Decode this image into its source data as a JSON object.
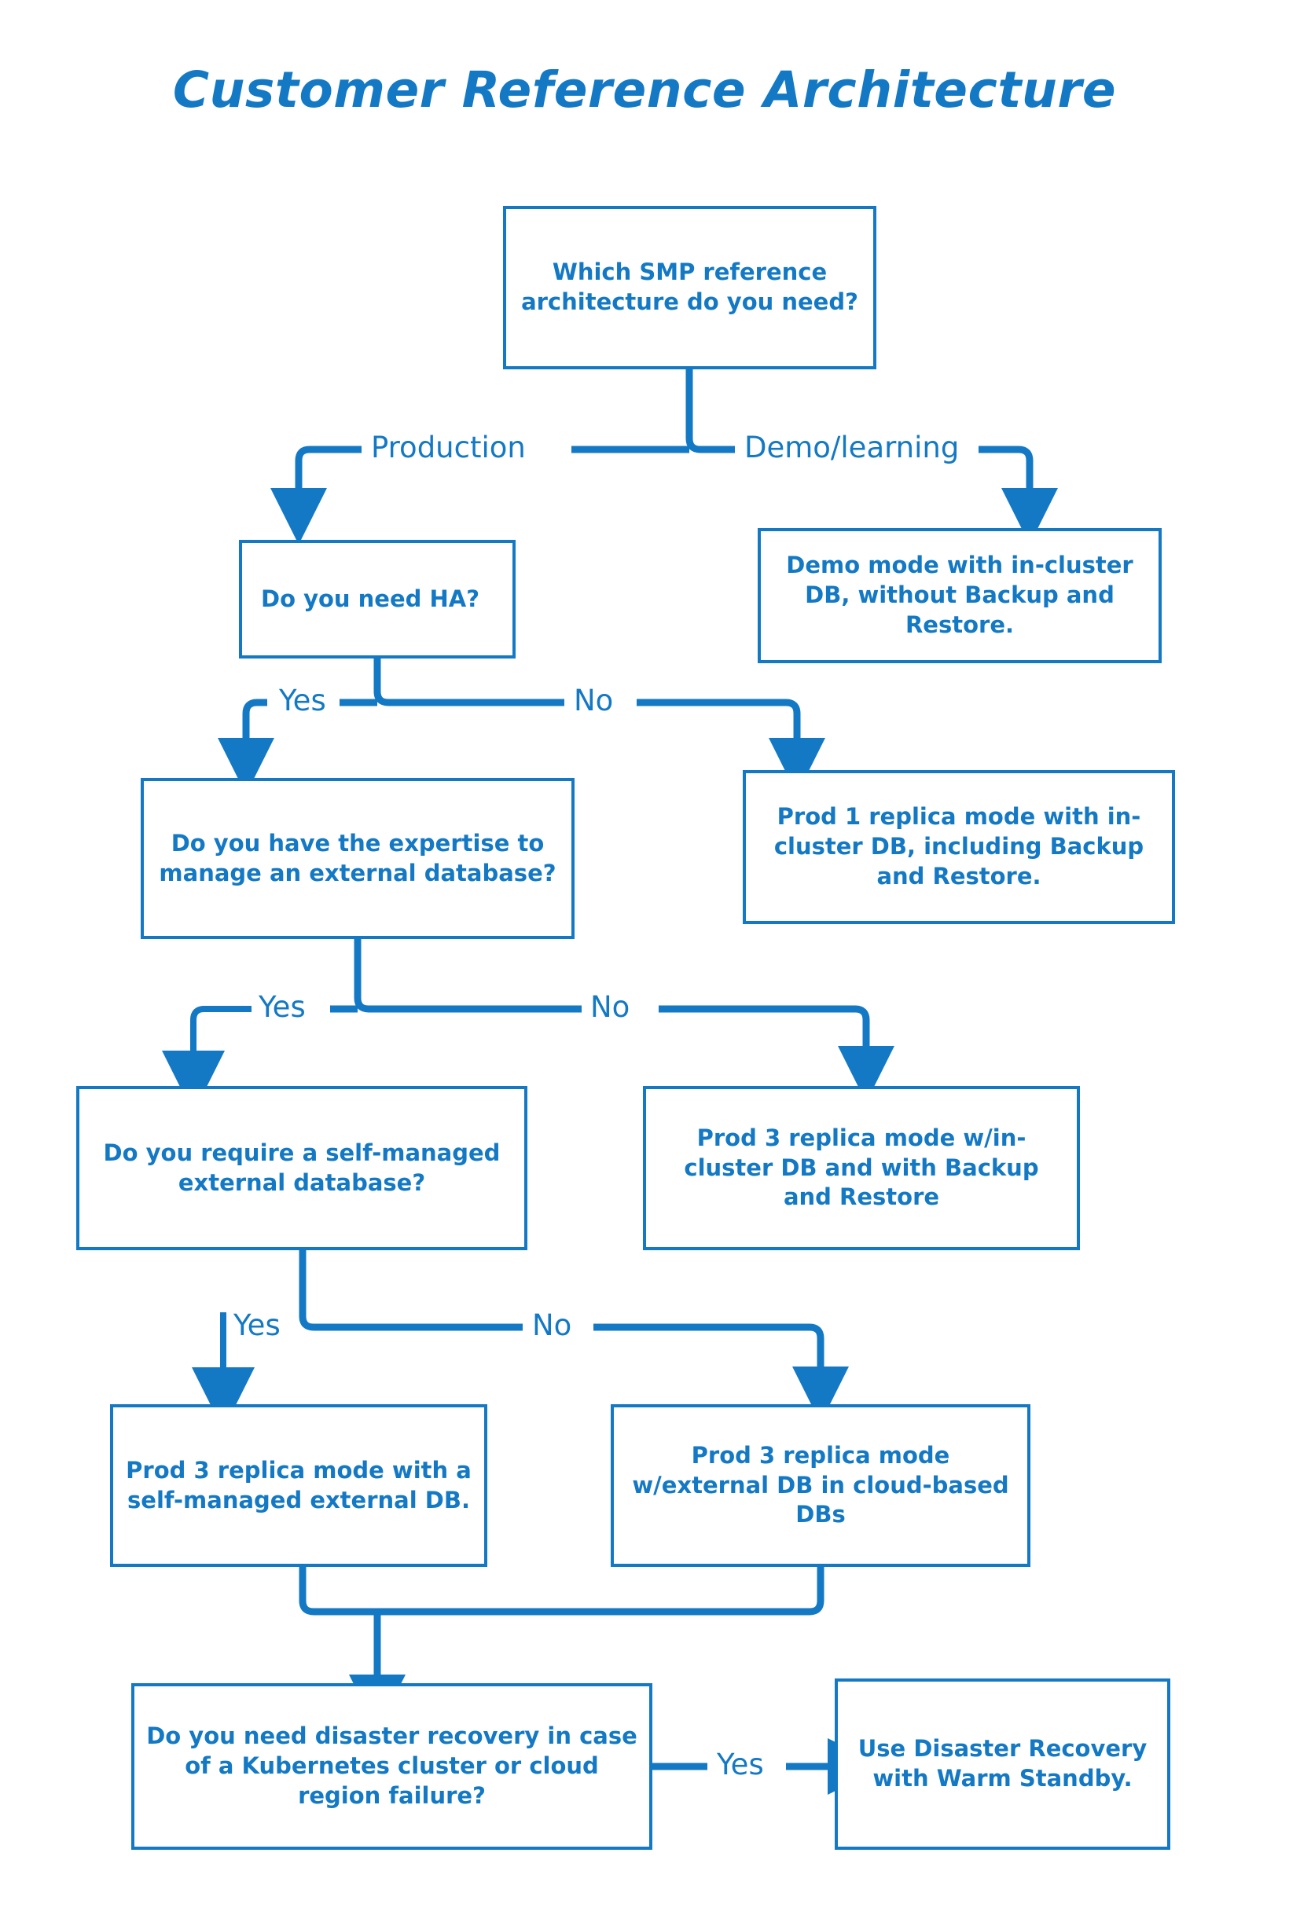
{
  "title": "Customer Reference Architecture",
  "theme": {
    "accent": "#1479C4",
    "background": "#ffffff"
  },
  "diagram": {
    "type": "flowchart",
    "nodes": [
      {
        "id": "q-arch",
        "kind": "decision",
        "text": "Which SMP reference architecture do you need?"
      },
      {
        "id": "q-ha",
        "kind": "decision",
        "text": "Do you need HA?"
      },
      {
        "id": "demo-mode",
        "kind": "outcome",
        "text": "Demo mode with in-cluster DB, without Backup and Restore."
      },
      {
        "id": "prod1",
        "kind": "outcome",
        "text": "Prod 1 replica mode with in-cluster DB, including Backup and Restore."
      },
      {
        "id": "q-expertise",
        "kind": "decision",
        "text": "Do you have the expertise to manage an external database?"
      },
      {
        "id": "prod3-incluster",
        "kind": "outcome",
        "text": "Prod 3 replica mode w/in-cluster DB and with Backup and Restore"
      },
      {
        "id": "q-selfmanaged",
        "kind": "decision",
        "text": "Do you require a self-managed external database?"
      },
      {
        "id": "prod3-selfmanaged",
        "kind": "outcome",
        "text": "Prod 3 replica mode with a self-managed external DB."
      },
      {
        "id": "prod3-cloud",
        "kind": "outcome",
        "text": "Prod 3 replica mode w/external DB in cloud-based DBs"
      },
      {
        "id": "q-dr",
        "kind": "decision",
        "text": "Do you need disaster recovery in case of a Kubernetes cluster or cloud region failure?"
      },
      {
        "id": "warm-standby",
        "kind": "outcome",
        "text": "Use Disaster Recovery with Warm Standby."
      }
    ],
    "edges": [
      {
        "from": "q-arch",
        "to": "q-ha",
        "label": "Production"
      },
      {
        "from": "q-arch",
        "to": "demo-mode",
        "label": "Demo/learning"
      },
      {
        "from": "q-ha",
        "to": "q-expertise",
        "label": "Yes"
      },
      {
        "from": "q-ha",
        "to": "prod1",
        "label": "No"
      },
      {
        "from": "q-expertise",
        "to": "q-selfmanaged",
        "label": "Yes"
      },
      {
        "from": "q-expertise",
        "to": "prod3-incluster",
        "label": "No"
      },
      {
        "from": "q-selfmanaged",
        "to": "prod3-selfmanaged",
        "label": "Yes"
      },
      {
        "from": "q-selfmanaged",
        "to": "prod3-cloud",
        "label": "No"
      },
      {
        "from": "prod3-selfmanaged",
        "to": "q-dr",
        "label": ""
      },
      {
        "from": "prod3-cloud",
        "to": "q-dr",
        "label": ""
      },
      {
        "from": "q-dr",
        "to": "warm-standby",
        "label": "Yes"
      }
    ],
    "edge_labels": {
      "production": "Production",
      "demo_learning": "Demo/learning",
      "ha_yes": "Yes",
      "ha_no": "No",
      "expertise_yes": "Yes",
      "expertise_no": "No",
      "selfmanaged_yes": "Yes",
      "selfmanaged_no": "No",
      "dr_yes": "Yes"
    }
  }
}
